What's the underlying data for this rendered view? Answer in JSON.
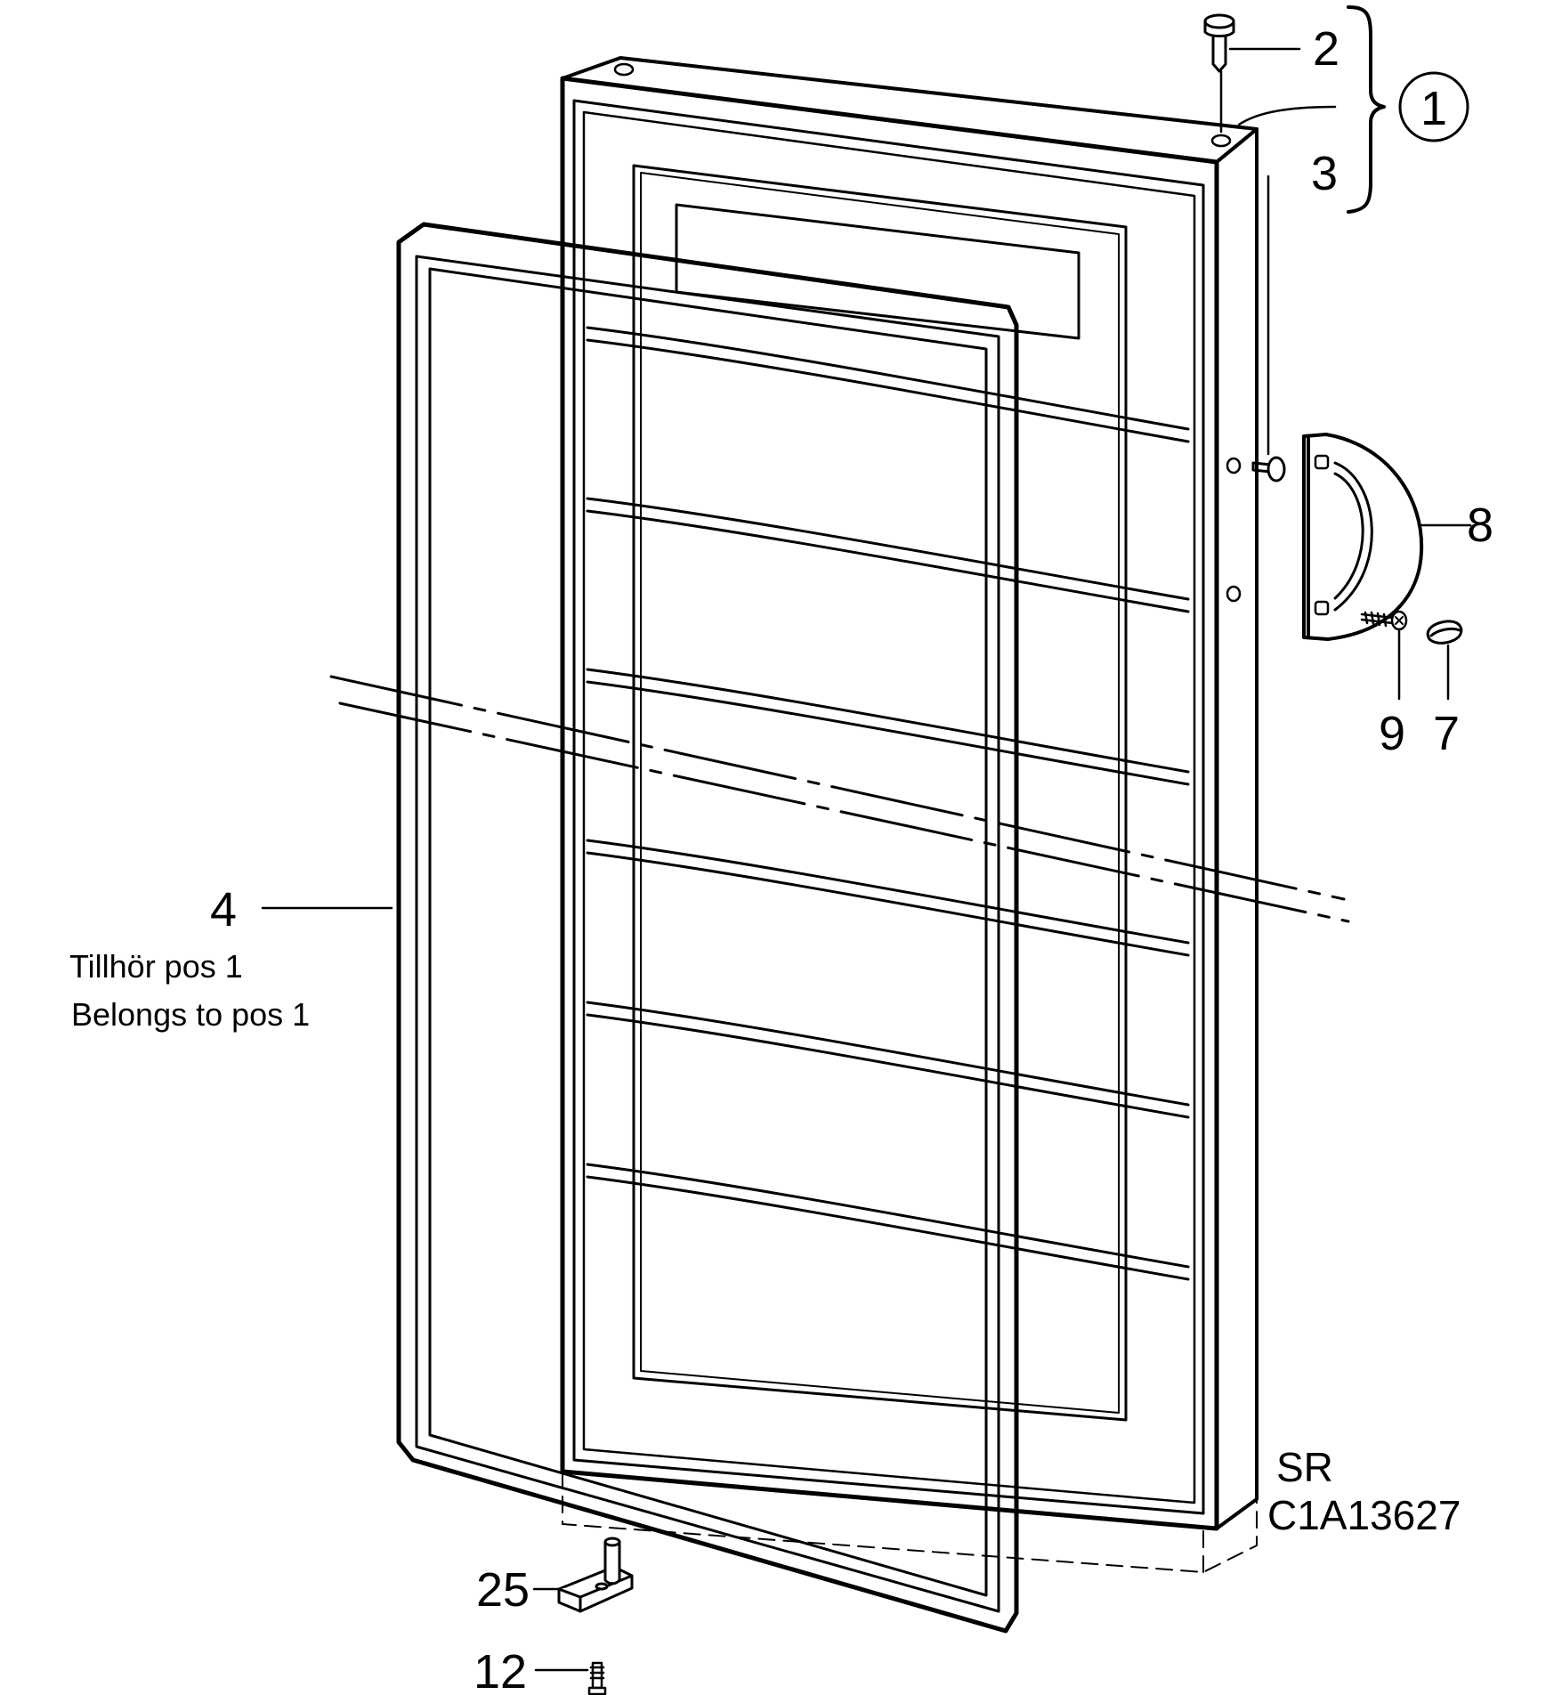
{
  "labels": {
    "p1": "1",
    "p2": "2",
    "p3": "3",
    "p4": "4",
    "p7": "7",
    "p8": "8",
    "p9": "9",
    "p12": "12",
    "p25": "25"
  },
  "notes": {
    "line1": "Tillhör pos 1",
    "line2": "Belongs to pos 1"
  },
  "drawing_code": {
    "line1": "SR",
    "line2": "C1A13627"
  }
}
